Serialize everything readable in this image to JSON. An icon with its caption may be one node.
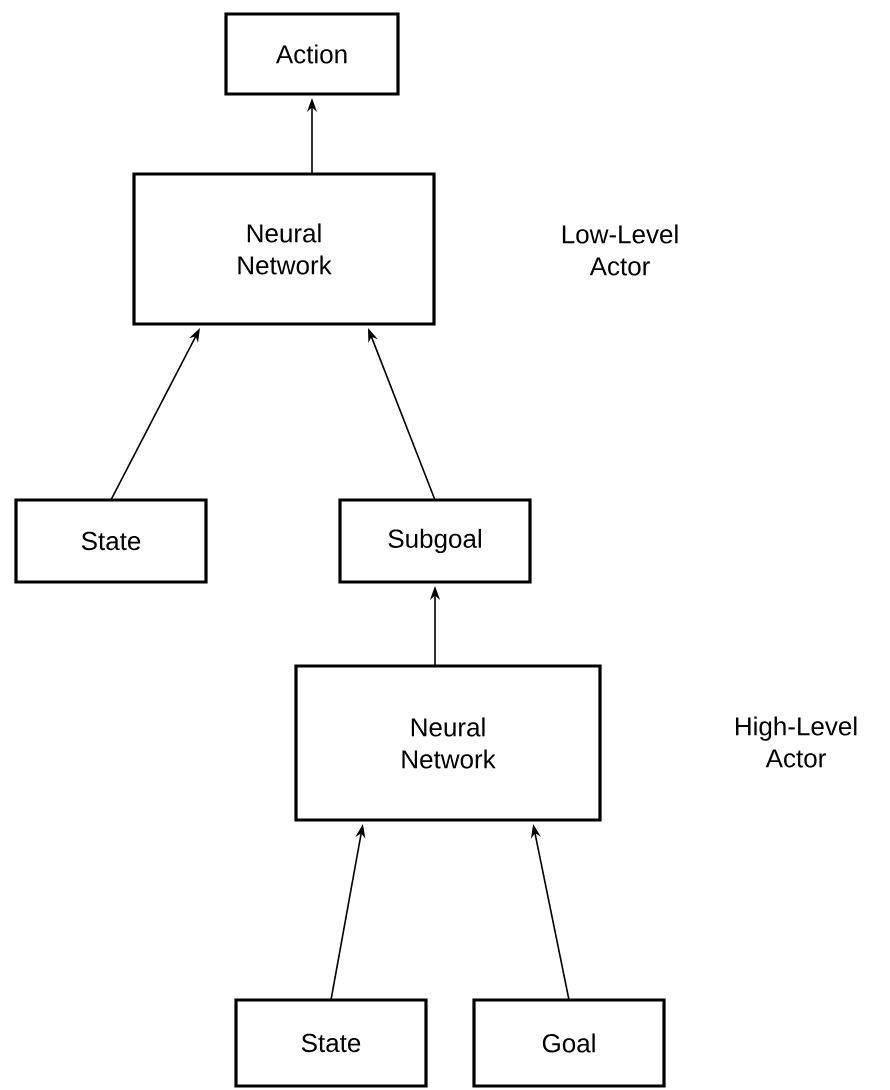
{
  "diagram": {
    "nodes": [
      {
        "text": [
          "Action"
        ]
      },
      {
        "text": [
          "Neural Network"
        ]
      },
      {
        "text": [
          "State"
        ]
      },
      {
        "text": [
          "Subgoal"
        ]
      },
      {
        "text": [
          "Neural Network"
        ]
      },
      {
        "text": [
          "State"
        ]
      },
      {
        "text": [
          "Goal"
        ]
      }
    ],
    "edges": [
      {
        "from": 1,
        "to": 0,
        "arrow": "to"
      },
      {
        "from": 2,
        "to": 1,
        "arrow": "to"
      },
      {
        "from": 3,
        "to": 1,
        "arrow": "to"
      },
      {
        "from": 4,
        "to": 3,
        "arrow": "to"
      },
      {
        "from": 5,
        "to": 4,
        "arrow": "to"
      },
      {
        "from": 6,
        "to": 4,
        "arrow": "to"
      }
    ],
    "labels": [
      "Low-Level Actor",
      "High-Level Actor"
    ]
  }
}
